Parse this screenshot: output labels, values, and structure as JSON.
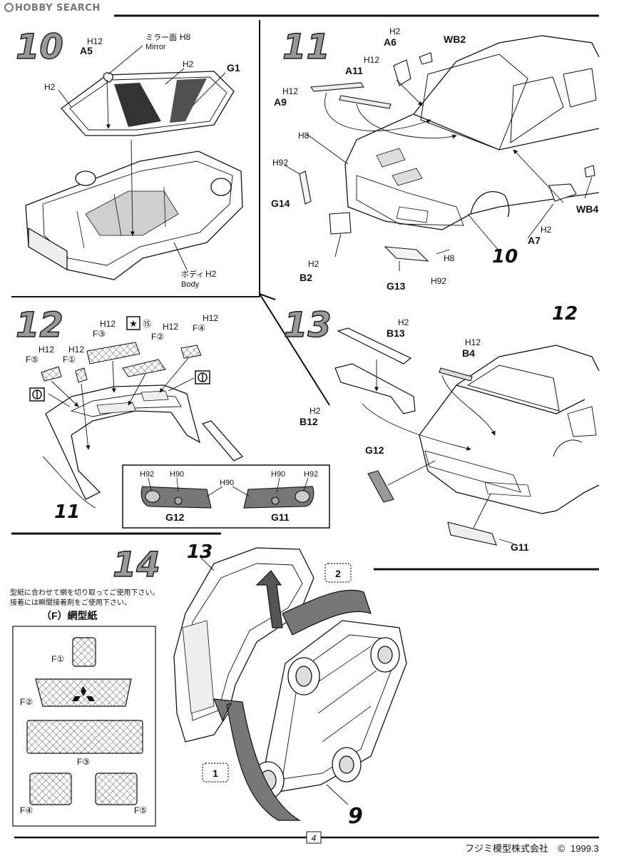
{
  "watermark": "HOBBY SEARCH",
  "steps": {
    "s10": {
      "number": "10",
      "labels": {
        "h12": "H12",
        "a5": "A5",
        "mirror_jp": "ミラー面",
        "h8": "H8",
        "mirror_en": "Mirror",
        "h2_top": "H2",
        "g1": "G1",
        "h2_left": "H2",
        "body_jp": "ボディ",
        "body_h2": "H2",
        "body_en": "Body"
      }
    },
    "s11": {
      "number": "11",
      "labels": {
        "h2_a6": "H2",
        "a6": "A6",
        "wb2": "WB2",
        "h12_a11": "H12",
        "a11": "A11",
        "h12_a9": "H12",
        "a9": "A9",
        "h8": "H8",
        "h92": "H92",
        "g14": "G14",
        "b2": "B2",
        "h2_b2": "H2",
        "g13": "G13",
        "h92_g13": "H92",
        "h8_b": "H8",
        "ref10": "10",
        "a7": "A7",
        "h2_a7": "H2",
        "wb4": "WB4"
      }
    },
    "s12": {
      "number": "12",
      "labels": {
        "f5": "F⑤",
        "f5_h": "H12",
        "f1": "F①",
        "f1_h": "H12",
        "f3": "F③",
        "f3_h": "H12",
        "star15": "⑮",
        "f2": "F②",
        "f2_h": "H12",
        "f4": "F④",
        "f4_h": "H12",
        "ref11": "11",
        "inset": {
          "h92_left": "H92",
          "h90_left": "H90",
          "h90_mid": "H90",
          "h90_right": "H90",
          "h92_right": "H92",
          "g12": "G12",
          "g11": "G11"
        }
      }
    },
    "s13": {
      "number": "13",
      "labels": {
        "ref12": "12",
        "h2_b13": "H2",
        "b13": "B13",
        "h12_b4": "H12",
        "b4": "B4",
        "h2_b12": "H2",
        "b12": "B12",
        "g12": "G12",
        "g11": "G11"
      }
    },
    "s14": {
      "number": "14",
      "ref13": "13",
      "ref9": "9",
      "callout1": "1",
      "callout2": "2",
      "note_line1": "型紙に合わせて網を切り取ってご使用下さい。",
      "note_line2": "接着には瞬間接着剤をご使用下さい。",
      "template_title": "（F）網型紙",
      "templates": {
        "f1": "F①",
        "f2": "F②",
        "f3": "F③",
        "f4": "F④",
        "f5": "F⑤"
      }
    }
  },
  "footer": {
    "page": "4",
    "company": "フジミ模型株式会社",
    "copyright": "©",
    "date": "1999.3"
  }
}
